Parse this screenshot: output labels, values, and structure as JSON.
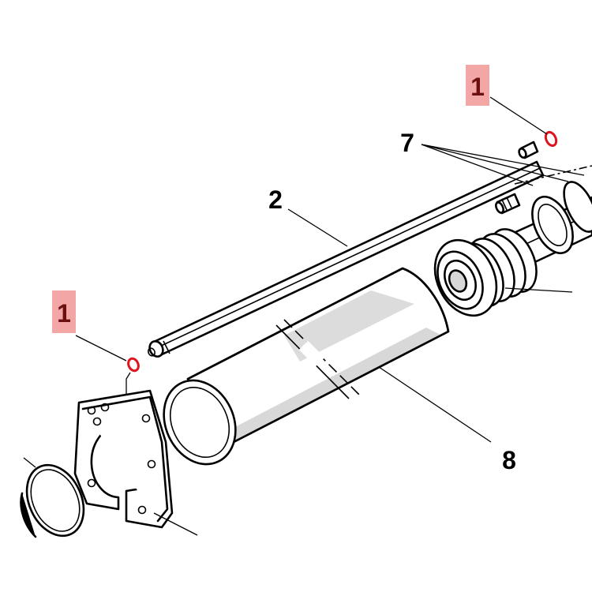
{
  "colors": {
    "callout_highlight": "#f2a6a6",
    "callout_text_highlight": "#6b0f0f",
    "oring_red": "#e0141e",
    "shade": "#d8d8d8"
  },
  "callouts": [
    {
      "id": "c1-top",
      "text": "1",
      "highlighted": true
    },
    {
      "id": "c7",
      "text": "7",
      "highlighted": false
    },
    {
      "id": "c2",
      "text": "2",
      "highlighted": false
    },
    {
      "id": "c1-left",
      "text": "1",
      "highlighted": true
    },
    {
      "id": "c8",
      "text": "8",
      "highlighted": false
    }
  ]
}
